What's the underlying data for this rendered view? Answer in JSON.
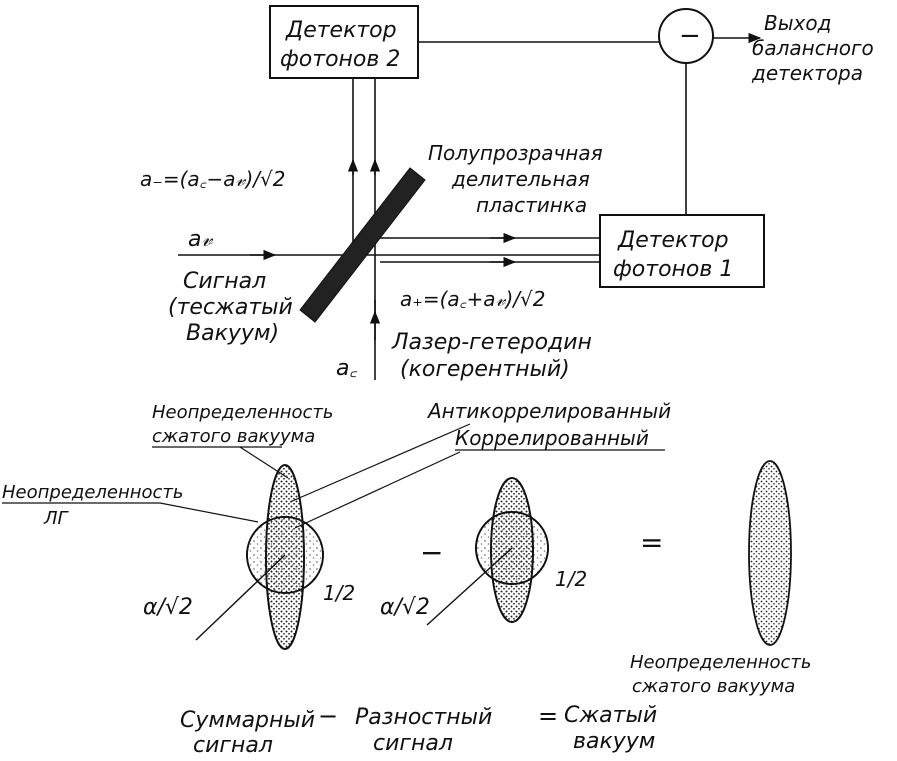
{
  "labels": {
    "detector2": [
      "Детектор",
      "фотонов 2"
    ],
    "detector1": [
      "Детектор",
      "фотонов 1"
    ],
    "minus_symbol": "−",
    "output": [
      "Выход",
      "балансного",
      "детектора"
    ],
    "beamsplitter": [
      "Полупрозрачная",
      "делительная",
      "пластинка"
    ],
    "a_minus": "a₋=(a꜀−a𝓋)/√2",
    "a_plus": "a₊=(a꜀+a𝓋)/√2",
    "a_v": "a𝓋",
    "a_c": "a꜀",
    "signal": [
      "Сигнал",
      "(тесжатый",
      "Вакуум)"
    ],
    "local_oscillator": [
      "Лазер-гетеродин",
      "(когерентный)"
    ],
    "squeezed_uncertainty_top": [
      "Неопределенность",
      "сжатого вакуума"
    ],
    "anticorrelated": "Антикоррелированный",
    "correlated": "Коррелированный",
    "lo_uncertainty": [
      "Неопределенность",
      "ЛГ"
    ],
    "alpha_sqrt2_left": "α/√2",
    "alpha_sqrt2_right": "α/√2",
    "half_left": "1/2",
    "half_right": "1/2",
    "op_minus": "−",
    "op_equals": "=",
    "squeezed_uncertainty_bottom": [
      "Неопределенность",
      "сжатого вакуума"
    ],
    "sum_signal": [
      "Суммарный",
      "сигнал"
    ],
    "bottom_minus": "−",
    "diff_signal": [
      "Разностный",
      "сигнал"
    ],
    "bottom_equals": "=",
    "squeezed_vacuum": [
      "Сжатый",
      "вакуум"
    ]
  }
}
